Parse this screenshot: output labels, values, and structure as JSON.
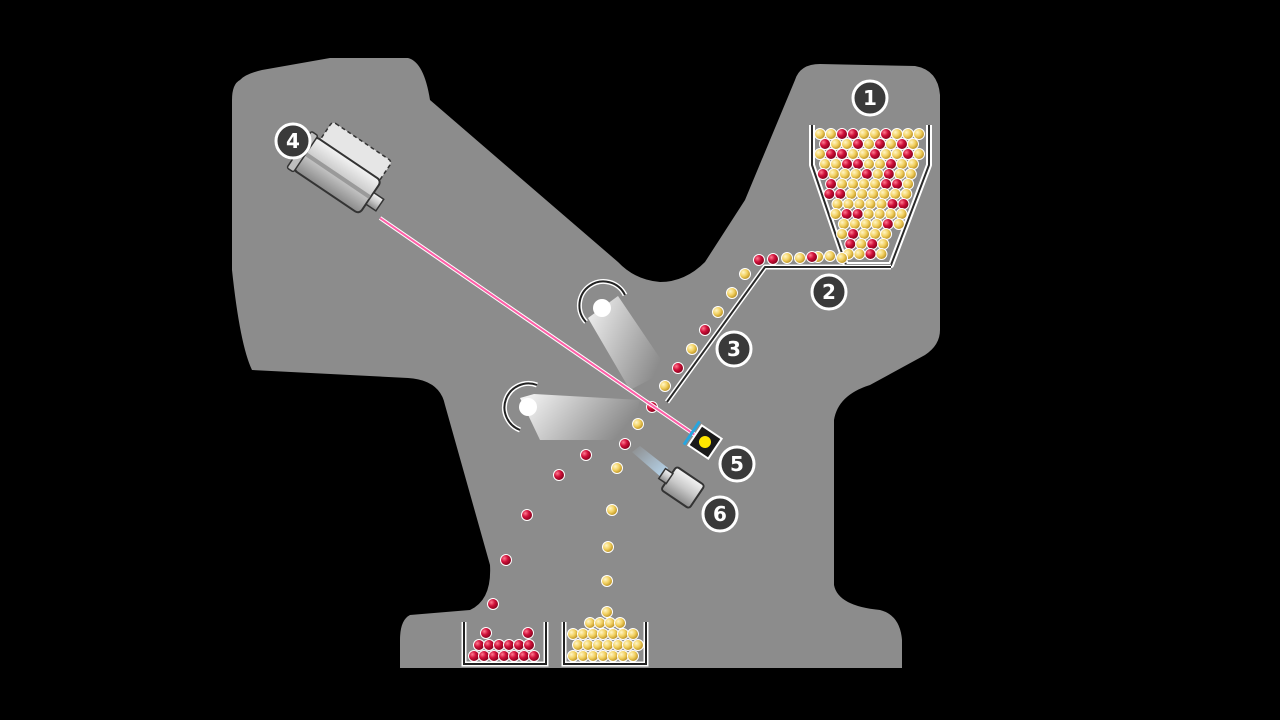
{
  "colors": {
    "background": "#000000",
    "machine_body": "#8c8c8c",
    "red_ball": "#d0103a",
    "yellow_ball": "#f2d060",
    "laser": "#ff5fa8",
    "outline": "#ffffff",
    "badge_fill": "#3a3a3a"
  },
  "labels": {
    "hopper": "1",
    "feeder_plate": "2",
    "chute": "3",
    "laser_source": "4",
    "detector": "5",
    "air_ejector": "6"
  },
  "icons": {
    "laser_source": "laser-cannon-icon",
    "detector": "sensor-icon",
    "air_ejector": "air-nozzle-icon",
    "lamp": "lamp-icon"
  }
}
